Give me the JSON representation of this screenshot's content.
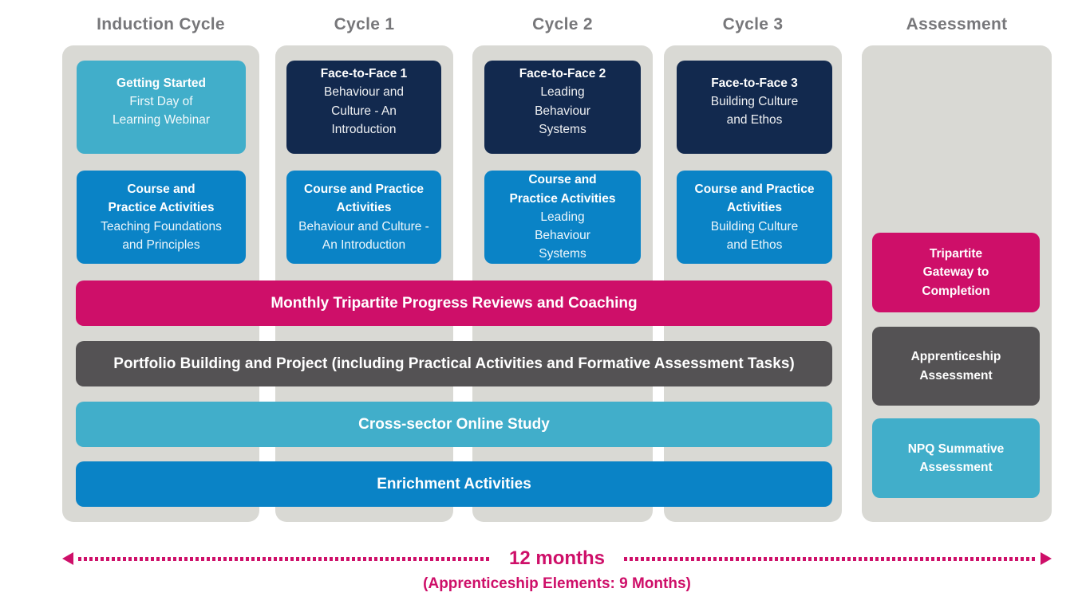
{
  "colors": {
    "teal": "#41aeca",
    "blue": "#0a83c6",
    "navy": "#12294e",
    "pink": "#ce0f69",
    "dark_gray": "#545254",
    "column_bg": "#d9d9d4",
    "header_text": "#77777a"
  },
  "columns": [
    {
      "header": "Induction Cycle",
      "boxes": [
        {
          "title": "Getting Started",
          "subtitle": "First Day of\nLearning Webinar",
          "color": "teal"
        },
        {
          "title": "Course and\nPractice Activities",
          "subtitle": "Teaching Foundations\nand Principles",
          "color": "blue"
        }
      ]
    },
    {
      "header": "Cycle 1",
      "boxes": [
        {
          "title": "Face-to-Face 1",
          "subtitle": "Behaviour and\nCulture - An\nIntroduction",
          "color": "navy"
        },
        {
          "title": "Course and Practice\nActivities",
          "subtitle": "Behaviour and Culture -\nAn Introduction",
          "color": "blue"
        }
      ]
    },
    {
      "header": "Cycle 2",
      "boxes": [
        {
          "title": "Face-to-Face 2",
          "subtitle": "Leading\nBehaviour\nSystems",
          "color": "navy"
        },
        {
          "title": "Course and\nPractice Activities",
          "subtitle": "Leading\nBehaviour\nSystems",
          "color": "blue"
        }
      ]
    },
    {
      "header": "Cycle 3",
      "boxes": [
        {
          "title": "Face-to-Face 3",
          "subtitle": "Building Culture\nand Ethos",
          "color": "navy"
        },
        {
          "title": "Course and Practice\nActivities",
          "subtitle": "Building Culture\nand Ethos",
          "color": "blue"
        }
      ]
    },
    {
      "header": "Assessment",
      "boxes": [
        {
          "title": "Tripartite\nGateway to\nCompletion",
          "color": "pink"
        },
        {
          "title": "Apprenticeship\nAssessment",
          "color": "dark_gray"
        },
        {
          "title": "NPQ Summative\nAssessment",
          "color": "teal"
        }
      ]
    }
  ],
  "bars": [
    {
      "label": "Monthly Tripartite Progress Reviews and Coaching",
      "color": "pink"
    },
    {
      "label": "Portfolio Building and Project (including Practical Activities and Formative Assessment Tasks)",
      "color": "dark_gray"
    },
    {
      "label": "Cross-sector Online Study",
      "color": "teal"
    },
    {
      "label": "Enrichment Activities",
      "color": "blue"
    }
  ],
  "timeline": {
    "duration_label": "12 months",
    "note": "(Apprenticeship Elements: 9 Months)"
  }
}
